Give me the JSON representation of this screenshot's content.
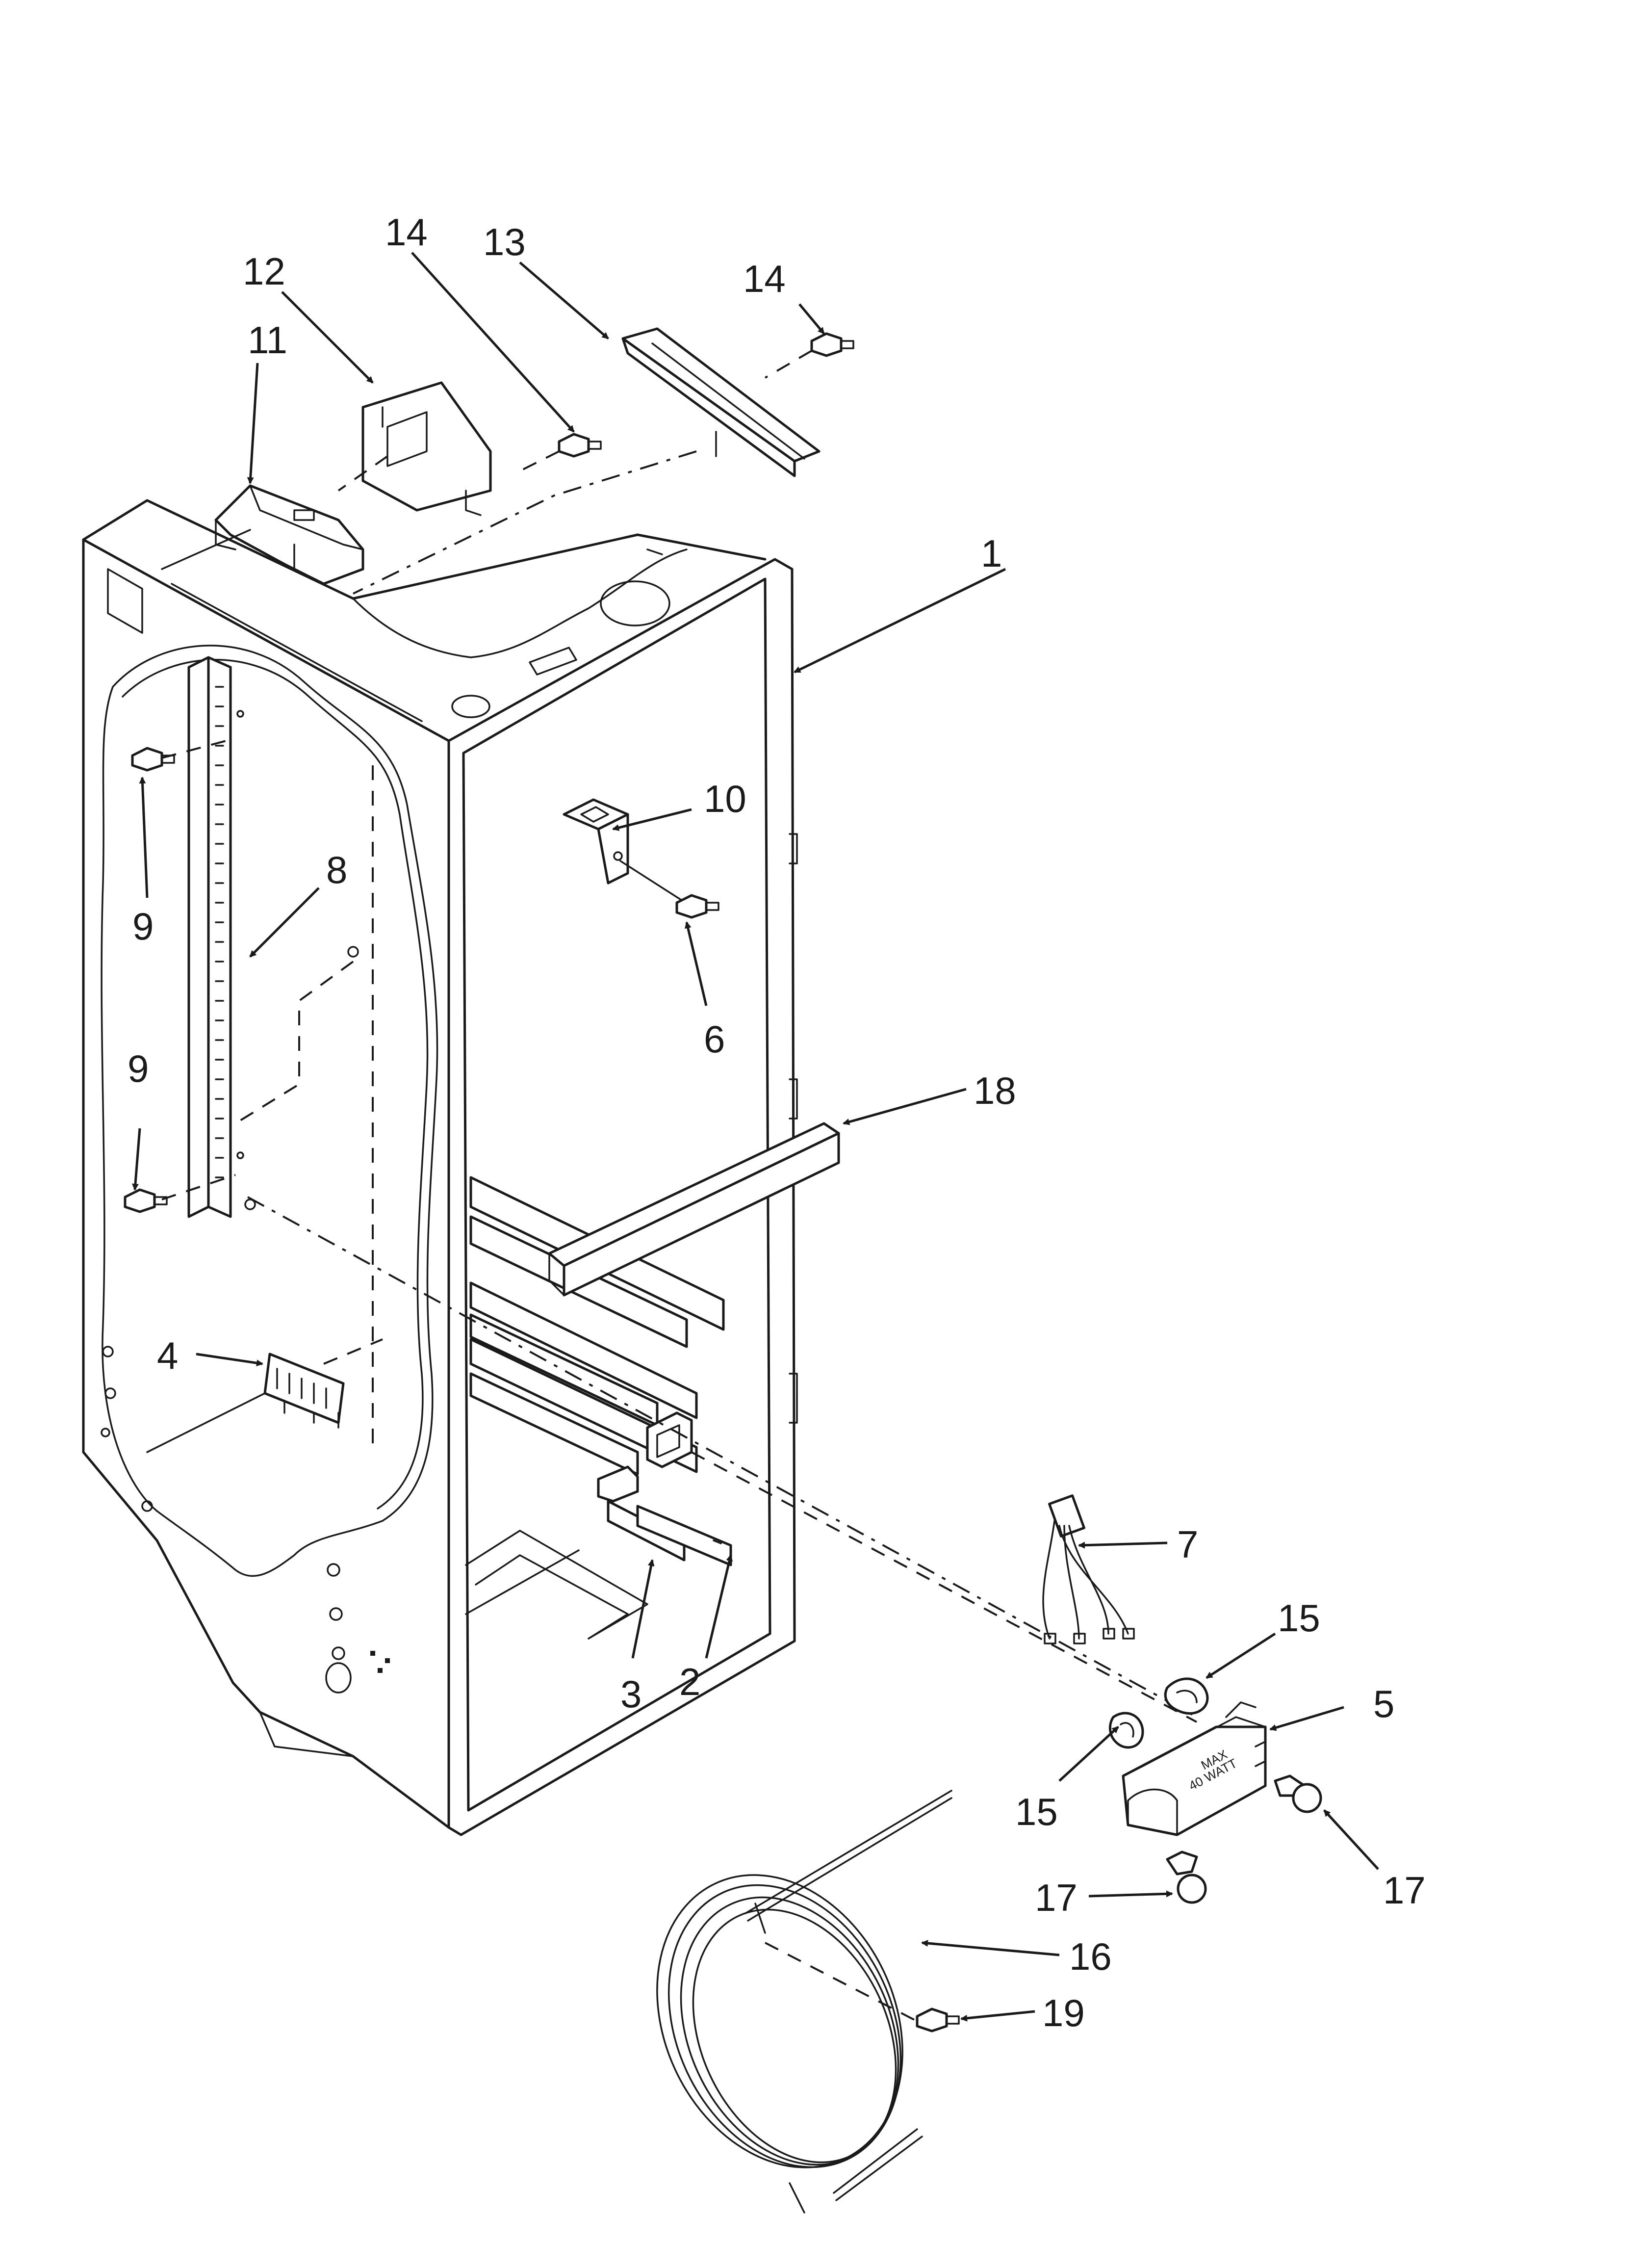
{
  "callouts": [
    "1",
    "2",
    "3",
    "4",
    "5",
    "6",
    "7",
    "8",
    "9",
    "9",
    "10",
    "11",
    "12",
    "13",
    "14",
    "14",
    "15",
    "15",
    "16",
    "17",
    "17",
    "18",
    "19"
  ],
  "lamp_label": {
    "line1": "MAX",
    "line2": "40 WATT"
  },
  "colors": {
    "ink": "#1a1a1a",
    "background": "#ffffff"
  }
}
